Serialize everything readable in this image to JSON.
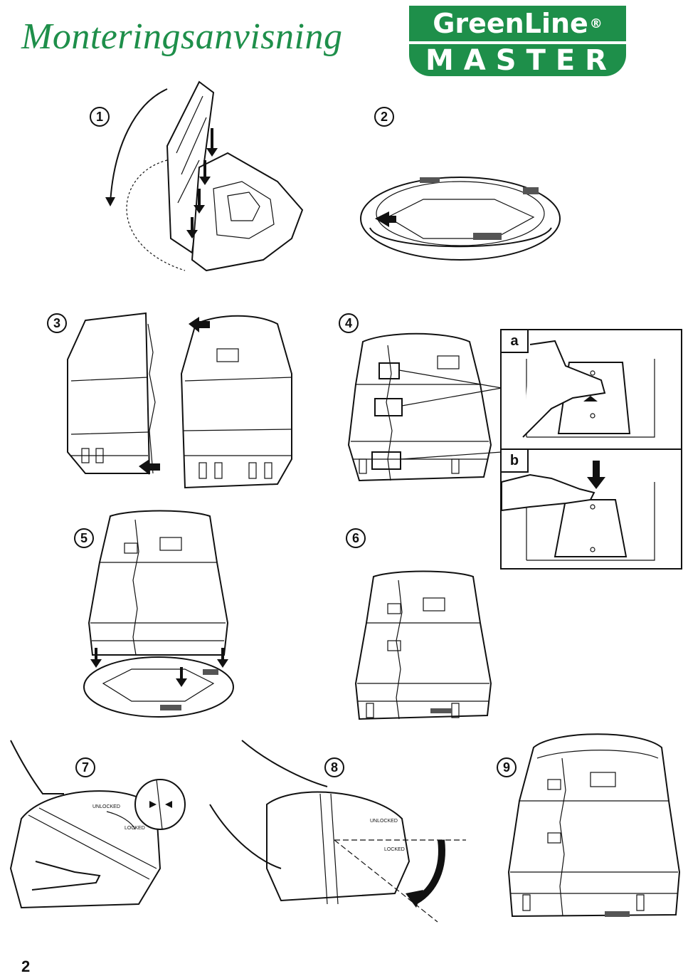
{
  "header": {
    "title": "Monteringsanvisning",
    "brand_top": "GreenLine",
    "brand_registered": "®",
    "brand_bottom": "MASTER",
    "brand_color": "#1e8f4a"
  },
  "steps": [
    "1",
    "2",
    "3",
    "4",
    "5",
    "6",
    "7",
    "8",
    "9"
  ],
  "detail_panels": {
    "a": "a",
    "b": "b"
  },
  "lid_labels": {
    "unlocked": "UNLOCKED",
    "locked": "LOCKED"
  },
  "page_number": "2"
}
